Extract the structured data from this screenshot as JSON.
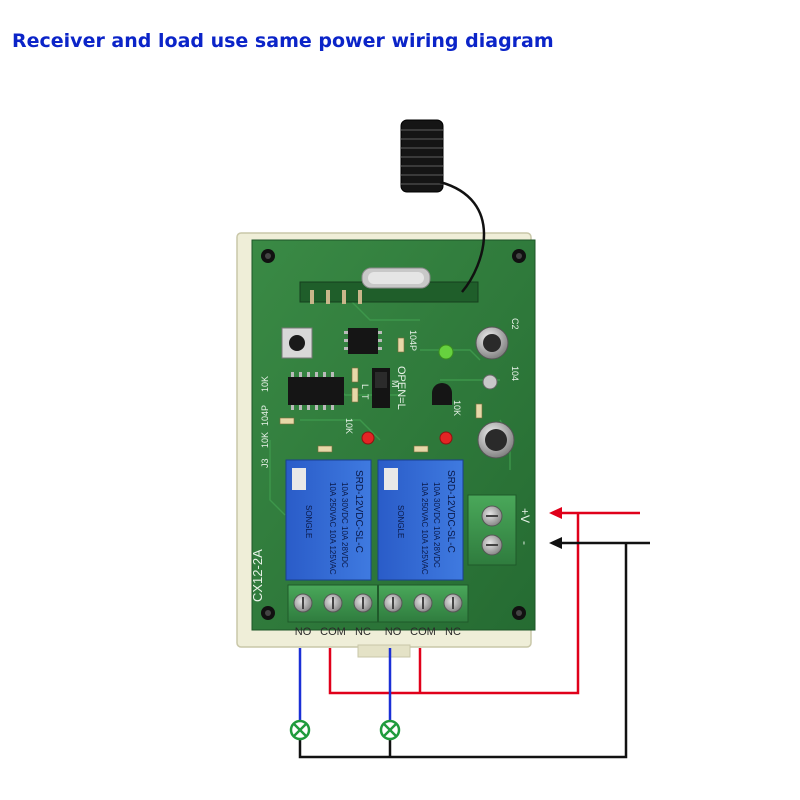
{
  "title": "Receiver and load use same power wiring diagram",
  "board": {
    "model": "CX12-2A",
    "jumper_label": "OPEN=L",
    "relay_brand": "SONGLE",
    "relay_model": "SRD-12VDC-SL-C",
    "relay_rating_1": "10A 250VAC  10A 125VAC",
    "relay_rating_2": "10A 30VDC  10A 28VDC",
    "silk_10k": "10K",
    "silk_104p": "104P",
    "silk_104": "104",
    "silk_c2": "C2",
    "silk_j3": "J3",
    "silk_l": "L",
    "silk_m": "M",
    "silk_t": "T"
  },
  "power_terminal": {
    "plus_label": "+V",
    "minus_label": "-"
  },
  "output_terminals": {
    "labels": [
      "NO",
      "COM",
      "NC",
      "NO",
      "COM",
      "NC"
    ]
  },
  "colors": {
    "title": "#0b24c8",
    "positive_wire": "#e0001a",
    "negative_wire": "#111111",
    "switched_wire": "#1a2fd6",
    "lamp": "#1f9b3c",
    "pcb": "#2d7a3a",
    "enclosure": "#efeed8"
  }
}
